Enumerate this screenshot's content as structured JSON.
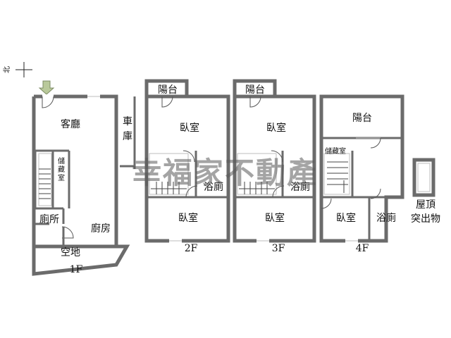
{
  "compass": {
    "label": "北"
  },
  "watermark": "幸福家不動產",
  "floors": [
    {
      "id": "1F",
      "label": "1F",
      "rooms": {
        "living_room": "客廳",
        "garage_top": "車",
        "garage_bottom": "庫",
        "storage_1": "儲",
        "storage_2": "藏",
        "storage_3": "室",
        "toilet": "廁所",
        "kitchen": "廚房",
        "open_space": "空地"
      }
    },
    {
      "id": "2F",
      "label": "2F",
      "rooms": {
        "balcony": "陽台",
        "bedroom_upper": "臥室",
        "bathroom": "浴廁",
        "bedroom_lower": "臥室"
      }
    },
    {
      "id": "3F",
      "label": "3F",
      "rooms": {
        "balcony": "陽台",
        "bedroom_upper": "臥室",
        "bathroom": "浴廁",
        "bedroom_lower": "臥室"
      }
    },
    {
      "id": "4F",
      "label": "4F",
      "rooms": {
        "balcony": "陽台",
        "storage": "儲藏室",
        "bedroom": "臥室",
        "bathroom": "浴廁"
      }
    }
  ],
  "roof": {
    "line1": "屋頂",
    "line2": "突出物"
  },
  "colors": {
    "wall": "#6b6b6b",
    "entrance_arrow": "#b9c99a",
    "watermark": "#5a5a5a"
  }
}
